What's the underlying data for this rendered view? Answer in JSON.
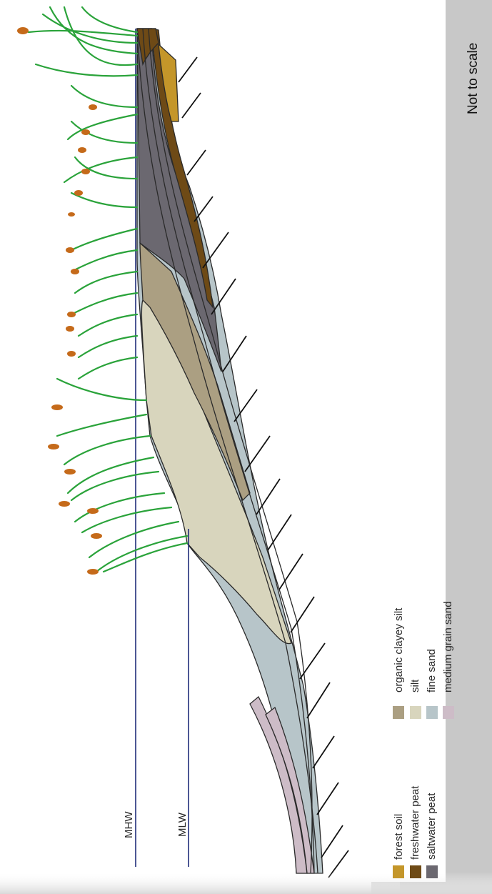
{
  "scale_note": "Not to scale",
  "water_levels": {
    "mhw": "MHW",
    "mlw": "MLW"
  },
  "legend": [
    {
      "id": "forest-soil",
      "label": "forest soil",
      "color": "#c4962a"
    },
    {
      "id": "freshwater-peat",
      "label": "freshwater peat",
      "color": "#6e4a16"
    },
    {
      "id": "saltwater-peat",
      "label": "saltwater peat",
      "color": "#6b6870"
    },
    {
      "id": "organic-clayey-silt",
      "label": "organic clayey silt",
      "color": "#ab9f82"
    },
    {
      "id": "silt",
      "label": "silt",
      "color": "#d8d5bd"
    },
    {
      "id": "fine-sand",
      "label": "fine sand",
      "color": "#b7c5c9"
    },
    {
      "id": "medium-grain-sand",
      "label": "medium grain sand",
      "color": "#cdbcc7"
    }
  ],
  "colors": {
    "water_line": "#1f2d7a",
    "vegetation": "#2aa33a",
    "seed_heads": "#c56a1a",
    "sidebar": "#c8c8c8",
    "hatch": "#111111"
  }
}
